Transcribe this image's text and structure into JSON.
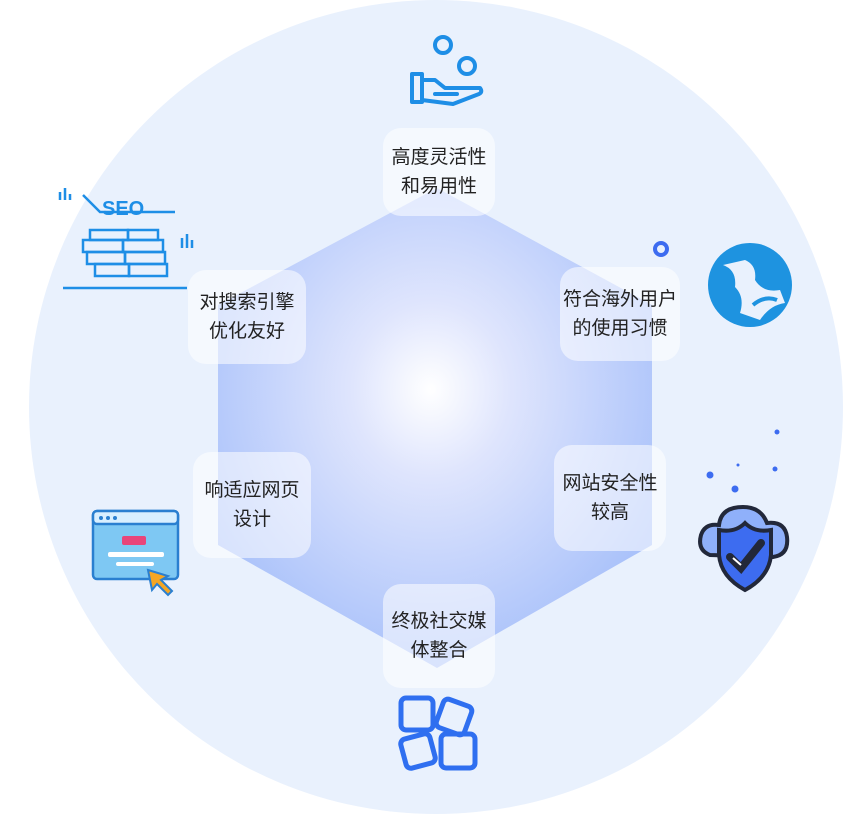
{
  "features": [
    {
      "line1": "高度灵活性",
      "line2": "和易用性",
      "icon": "hand-coins-icon"
    },
    {
      "line1": "符合海外用户",
      "line2": "的使用习惯",
      "icon": "globe-icon"
    },
    {
      "line1": "网站安全性",
      "line2": "较高",
      "icon": "cloud-shield-icon"
    },
    {
      "line1": "终极社交媒",
      "line2": "体整合",
      "icon": "social-blocks-icon"
    },
    {
      "line1": "响适应网页",
      "line2": "设计",
      "icon": "browser-window-icon"
    },
    {
      "line1": "对搜索引擎",
      "line2": "优化友好",
      "icon": "seo-wall-icon"
    }
  ],
  "seo_icon_text": "SEO",
  "colors": {
    "background": "#e9f1fd",
    "accent": "#1e88e5",
    "hex_edge": "#a9c3fb"
  }
}
